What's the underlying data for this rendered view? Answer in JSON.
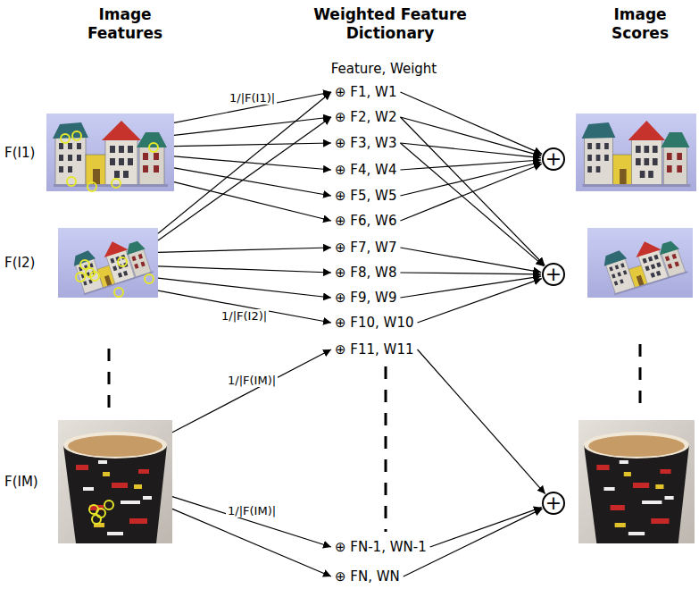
{
  "diagram": {
    "nodes": [
      {
        "text": [
          "F(I1)"
        ]
      },
      {
        "text": [
          "F(I2)"
        ]
      },
      {
        "text": [
          "F(IM)"
        ]
      },
      {
        "text": [
          "⊕ F1, W1"
        ]
      },
      {
        "text": [
          "⊕ F2, W2"
        ]
      },
      {
        "text": [
          "⊕ F3, W3"
        ]
      },
      {
        "text": [
          "⊕ F4, W4"
        ]
      },
      {
        "text": [
          "⊕ F5, W5"
        ]
      },
      {
        "text": [
          "⊕ F6, W6"
        ]
      },
      {
        "text": [
          "⊕ F7, W7"
        ]
      },
      {
        "text": [
          "⊕ F8, W8"
        ]
      },
      {
        "text": [
          "⊕ F9, W9"
        ]
      },
      {
        "text": [
          "⊕ F10, W10"
        ]
      },
      {
        "text": [
          "⊕ F11, W11"
        ]
      },
      {
        "text": [
          "⊕ FN-1, WN-1"
        ]
      },
      {
        "text": [
          "⊕ FN, WN"
        ]
      },
      {
        "text": [
          "+"
        ]
      },
      {
        "text": [
          "+"
        ]
      },
      {
        "text": [
          "+"
        ]
      }
    ],
    "edges": [
      {
        "from": 0,
        "to": 3,
        "arrow": "to",
        "label": "1/|F(I1)|"
      },
      {
        "from": 0,
        "to": 4,
        "arrow": "to"
      },
      {
        "from": 0,
        "to": 5,
        "arrow": "to"
      },
      {
        "from": 0,
        "to": 6,
        "arrow": "to"
      },
      {
        "from": 0,
        "to": 7,
        "arrow": "to"
      },
      {
        "from": 0,
        "to": 8,
        "arrow": "to"
      },
      {
        "from": 1,
        "to": 3,
        "arrow": "to"
      },
      {
        "from": 1,
        "to": 4,
        "arrow": "to"
      },
      {
        "from": 1,
        "to": 9,
        "arrow": "to"
      },
      {
        "from": 1,
        "to": 10,
        "arrow": "to"
      },
      {
        "from": 1,
        "to": 11,
        "arrow": "to"
      },
      {
        "from": 1,
        "to": 12,
        "arrow": "to",
        "label": "1/|F(I2)|"
      },
      {
        "from": 2,
        "to": 13,
        "arrow": "to",
        "label": "1/|F(IM)|"
      },
      {
        "from": 2,
        "to": 14,
        "arrow": "to",
        "label": "1/|F(IM)|"
      },
      {
        "from": 2,
        "to": 15,
        "arrow": "to"
      },
      {
        "from": 3,
        "to": 16,
        "arrow": "to"
      },
      {
        "from": 4,
        "to": 16,
        "arrow": "to"
      },
      {
        "from": 5,
        "to": 16,
        "arrow": "to"
      },
      {
        "from": 6,
        "to": 16,
        "arrow": "to"
      },
      {
        "from": 7,
        "to": 16,
        "arrow": "to"
      },
      {
        "from": 8,
        "to": 16,
        "arrow": "to"
      },
      {
        "from": 4,
        "to": 17,
        "arrow": "to"
      },
      {
        "from": 5,
        "to": 17,
        "arrow": "to"
      },
      {
        "from": 9,
        "to": 17,
        "arrow": "to"
      },
      {
        "from": 10,
        "to": 17,
        "arrow": "to"
      },
      {
        "from": 11,
        "to": 17,
        "arrow": "to"
      },
      {
        "from": 12,
        "to": 17,
        "arrow": "to"
      },
      {
        "from": 13,
        "to": 18,
        "arrow": "to"
      },
      {
        "from": 14,
        "to": 18,
        "arrow": "to"
      },
      {
        "from": 15,
        "to": 18,
        "arrow": "to"
      }
    ],
    "labels": [
      "Image Features",
      "Weighted Feature Dictionary",
      "Feature, Weight",
      "Image Scores"
    ]
  }
}
